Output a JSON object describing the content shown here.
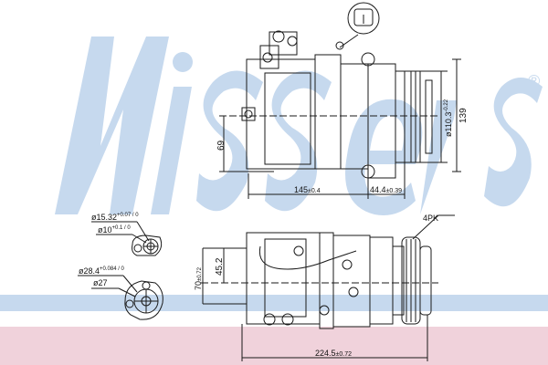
{
  "watermark": {
    "text": "Nissens",
    "registered_mark": "®",
    "color": "#c6d9ee"
  },
  "bands": {
    "blue": "#c6d9ee",
    "pink": "#f0d2db"
  },
  "top_view": {
    "dim_height_139": "139",
    "dim_pulley_diameter": "ø110.3",
    "dim_pulley_tol": "-0.22",
    "dim_mount_69": "69",
    "dim_length_145": "145",
    "dim_length_145_tol": "±0.4",
    "dim_length_44": "44.4",
    "dim_length_44_tol": "±0.39"
  },
  "port_details": {
    "port1_outer": "ø15.32",
    "port1_outer_tol": "+0.07 / 0",
    "port1_inner": "ø10",
    "port1_inner_tol": "+0.1 / 0",
    "port2_outer": "ø28.4",
    "port2_outer_tol": "+0.084 / 0",
    "port2_inner": "ø27"
  },
  "side_view": {
    "belt_label": "4PK",
    "dim_70": "70",
    "dim_70_tol": "±0.72",
    "dim_45": "45.2",
    "dim_total_length": "224.5",
    "dim_total_length_tol": "±0.72"
  }
}
